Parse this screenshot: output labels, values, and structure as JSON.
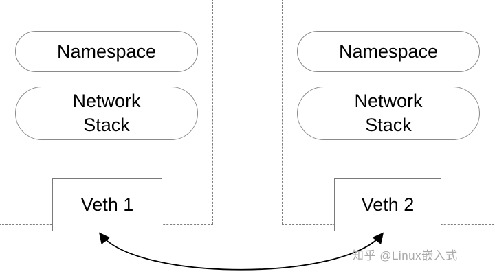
{
  "diagram": {
    "left": {
      "namespace_label": "Namespace",
      "stack_line1": "Network",
      "stack_line2": "Stack",
      "veth_label": "Veth 1"
    },
    "right": {
      "namespace_label": "Namespace",
      "stack_line1": "Network",
      "stack_line2": "Stack",
      "veth_label": "Veth 2"
    },
    "connection": {
      "type": "bidirectional-curved-arrow",
      "from": "Veth 1",
      "to": "Veth 2"
    }
  },
  "watermark": "知乎 @Linux嵌入式",
  "colors": {
    "border": "#7f7f7f",
    "text": "#000000",
    "watermark": "#a9a9a9",
    "arrow": "#000000"
  }
}
